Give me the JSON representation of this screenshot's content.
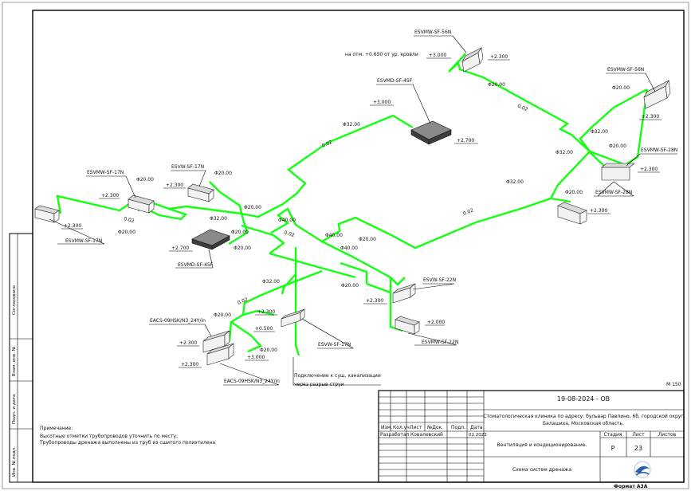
{
  "note_top": "на отм. +0.650 от ур. кровли",
  "units": [
    {
      "id": "u1",
      "label": "ESVMW-SF-56N",
      "elev": "+3.000",
      "elev2": "+2.300"
    },
    {
      "id": "u2",
      "label": "ESVMW-SF-56N",
      "elev": "+2.300"
    },
    {
      "id": "u3",
      "label": "ESVMD-SF-45F",
      "elev": "+3.000",
      "elev2": "+2.700"
    },
    {
      "id": "u4",
      "label": "ESVMW-SF-28N",
      "elev": "+2.300"
    },
    {
      "id": "u5",
      "label": "ESVMW-SF-28N",
      "elev": "+2.300"
    },
    {
      "id": "u6",
      "label": "ESVMW-SF-17N",
      "elev": "+2.300"
    },
    {
      "id": "u7",
      "label": "ESVW-SF-17N",
      "elev": "+2.300"
    },
    {
      "id": "u8",
      "label": "ESVMW-SF-17N",
      "elev": "+2.300"
    },
    {
      "id": "u9",
      "label": "ESVMD-SF-45F",
      "elev": "+2.700"
    },
    {
      "id": "u10",
      "label": "ESVW-SF-22N",
      "elev": "+2.300"
    },
    {
      "id": "u11",
      "label": "ESVMW-SF-22N",
      "elev": "+2.000"
    },
    {
      "id": "u12",
      "label": "ESVW-SF-17N",
      "elev": "+2.300"
    },
    {
      "id": "u13",
      "label": "EACS-09HSK/N3_24Y/in",
      "elev": "+2.300"
    },
    {
      "id": "u14",
      "label": "EACS-09HSK/N3_24Y/in",
      "elev": "+2.300"
    }
  ],
  "pipe_labels": {
    "d20_a": "Φ20.00",
    "d20_b": "Φ20.00",
    "d20_c": "Φ20.00",
    "d20_d": "Φ20.00",
    "d20_e": "Φ20.00",
    "d20_f": "Φ20.00",
    "d20_g": "Φ20.00",
    "d20_h": "Φ20.00",
    "d20_i": "Φ20.00",
    "d20_j": "Φ20.00",
    "d20_k": "Φ20.00",
    "d20_l": "Φ20.00",
    "d20_m": "Φ20.00",
    "d20_n": "Φ20.00",
    "d32_a": "Φ32.00",
    "d32_b": "Φ32.00",
    "d32_c": "Φ32.00",
    "d32_d": "Φ32.00",
    "d32_e": "Φ32.00",
    "d32_f": "Φ32.00",
    "d40_a": "Φ40.00",
    "d40_b": "Φ40.00",
    "d40_c": "Φ40.00",
    "slope_a": "0.02",
    "slope_b": "0.02",
    "slope_c": "0.02",
    "slope_d": "0.02",
    "slope_e": "0.02",
    "slope_f": "0.02",
    "slope_g": "0.02",
    "elev_300": "+3.000",
    "elev_050": "+0.500",
    "elev_230": "+2.300"
  },
  "connection_note": [
    "Подключение к сущ. канализации",
    "через разрыв струи"
  ],
  "scale": "М 150",
  "notes": {
    "heading": "Примечание:",
    "lines": [
      "Высотные отметки трубопроводов уточнить по месту;",
      "Трубопроводы дренажа выполнены из труб из сшитого полиэтилена"
    ]
  },
  "side_stamp": [
    "Инв. № подл.",
    "Подп. и дата",
    "Взам. инв. №",
    "Согласовано"
  ],
  "title_block": {
    "doc_code": "19-08-2024 - ОВ",
    "object": [
      "Стоматологическая клиника по адресу: бульвар Павлино, 6б, городской округ",
      "Балашиха, Московская область."
    ],
    "cols": [
      "Изм.",
      "Кол.уч",
      "Лист",
      "№Док.",
      "Подп.",
      "Дата"
    ],
    "role": "Разработал",
    "person": "Ковалевский",
    "date": "02.2023",
    "section": "Вентиляция и кондиционирование.",
    "sheet_title": "Схема систем дренажа",
    "stage_h": "Стадия",
    "sheet_h": "Лист",
    "sheets_h": "Листов",
    "stage": "Р",
    "sheet_no": "23",
    "sheets": "",
    "format": "Формат А3А"
  }
}
